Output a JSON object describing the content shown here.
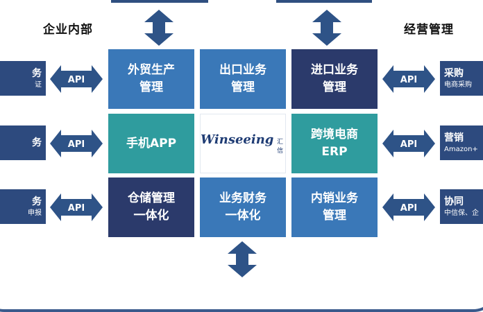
{
  "sections": {
    "left_title": "企业内部",
    "right_title": "经营管理"
  },
  "colors": {
    "navy": "#2b3a6b",
    "blue": "#3a78b8",
    "teal": "#2f9c9e",
    "arrow": "#2e5387",
    "side": "#2d4a7e"
  },
  "modules": {
    "r0c0": {
      "line1": "外贸生产",
      "line2": "管理",
      "color": "blue"
    },
    "r0c1": {
      "line1": "出口业务",
      "line2": "管理",
      "color": "blue"
    },
    "r0c2": {
      "line1": "进口业务",
      "line2": "管理",
      "color": "navy"
    },
    "r1c0": {
      "line1": "手机APP",
      "line2": "",
      "color": "teal"
    },
    "r1c2": {
      "line1": "跨境电商",
      "line2": "ERP",
      "color": "teal"
    },
    "r2c0": {
      "line1": "仓储管理",
      "line2": "一体化",
      "color": "navy"
    },
    "r2c1": {
      "line1": "业务财务",
      "line2": "一体化",
      "color": "blue"
    },
    "r2c2": {
      "line1": "内销业务",
      "line2": "管理",
      "color": "blue"
    }
  },
  "logo": {
    "text": "Winseeing",
    "cn": "汇信"
  },
  "api_label": "API",
  "left_boxes": [
    {
      "main": "务",
      "sub": "证"
    },
    {
      "main": "务",
      "sub": ""
    },
    {
      "main": "务",
      "sub": "申报"
    }
  ],
  "right_boxes": [
    {
      "main": "采购",
      "sub": "电商采购"
    },
    {
      "main": "营销",
      "sub": "Amazon+"
    },
    {
      "main": "协同",
      "sub": "中信保、企"
    }
  ]
}
